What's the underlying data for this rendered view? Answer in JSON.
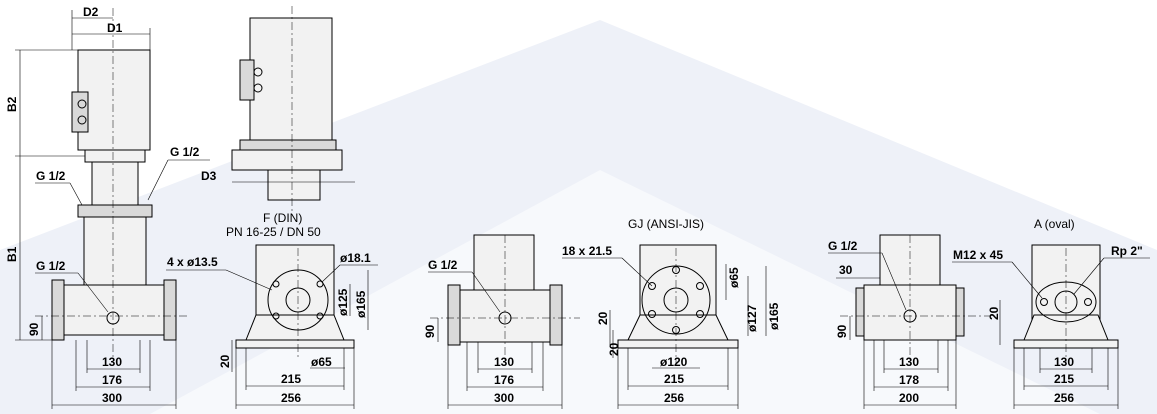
{
  "watermark_color": "#e8ecf6",
  "dims": {
    "d2": "D2",
    "d1": "D1",
    "b2": "B2",
    "b1": "B1",
    "d3": "D3",
    "g12_a": "G 1/2",
    "g12_b": "G 1/2",
    "g12_c": "G 1/2",
    "g12_d": "G 1/2",
    "g12_e": "G 1/2",
    "v1_h90": "90",
    "v1_130": "130",
    "v1_176": "176",
    "v1_300": "300",
    "f_caption1": "F (DIN)",
    "f_caption2": "PN 16-25 / DN 50",
    "f_holes": "4 x ø13.5",
    "f_d181": "ø18.1",
    "f_d125": "ø125",
    "f_d165": "ø165",
    "f_d65": "ø65",
    "f_h20": "20",
    "f_215": "215",
    "f_256": "256",
    "v2_h90": "90",
    "v2_h20": "20",
    "v2_130": "130",
    "v2_176": "176",
    "v2_300": "300",
    "gj_caption": "GJ (ANSI-JIS)",
    "gj_holes": "18 x 21.5",
    "gj_d65": "ø65",
    "gj_d127": "ø127",
    "gj_d165": "ø165",
    "gj_d120": "ø120",
    "gj_h20": "20",
    "gj_215": "215",
    "gj_256": "256",
    "a_30": "30",
    "a_h90": "90",
    "a_130": "130",
    "a_178": "178",
    "a_200": "200",
    "a_caption": "A (oval)",
    "a_bolts": "M12 x 45",
    "a_rp": "Rp 2\"",
    "a_h20": "20",
    "a_130b": "130",
    "a_215": "215",
    "a_256": "256"
  }
}
